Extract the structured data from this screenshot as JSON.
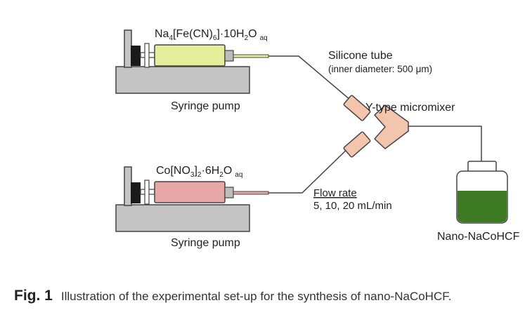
{
  "labels": {
    "reagent_top": {
      "base": "Na",
      "s1": "4",
      "mid1": "[Fe(CN)",
      "s2": "6",
      "mid2": "]·10H",
      "s3": "2",
      "end": "O",
      "aq": "aq"
    },
    "reagent_bottom": {
      "base": "Co[NO",
      "s1": "3",
      "mid1": "]",
      "s2": "2",
      "mid2": "·6H",
      "s3": "2",
      "end": "O",
      "aq": "aq"
    },
    "pump_top": "Syringe pump",
    "pump_bottom": "Syringe pump",
    "tube_title": "Silicone tube",
    "tube_detail": "(inner diameter: 500 μm)",
    "mixer": "Y-type micromixer",
    "flow_title": "Flow rate",
    "flow_values": "5, 10, 20 mL/min",
    "product": "Nano-NaCoHCF"
  },
  "caption": {
    "fig_label": "Fig. 1",
    "text": "Illustration of the experimental set-up for the synthesis of nano-NaCoHCF."
  },
  "colors": {
    "syringe_top_fill": "#e6ee9c",
    "syringe_bottom_fill": "#e8a8a8",
    "mixer_fill": "#f4c5ad",
    "product_liquid": "#3e7a24",
    "pump_base": "#c4c4c4",
    "line": "#444444"
  }
}
